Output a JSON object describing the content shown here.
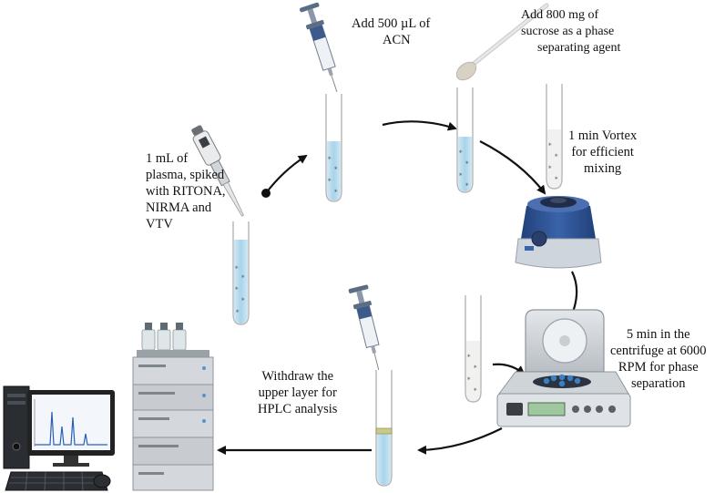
{
  "steps": {
    "plasma": {
      "lines": [
        "1 mL of",
        "plasma, spiked",
        "with RITONA,",
        "NIRMA and",
        "VTV"
      ]
    },
    "acn": {
      "lines": [
        "Add 500 µL of",
        "ACN"
      ]
    },
    "sucrose": {
      "lines": [
        "Add 800 mg of",
        "sucrose  as a phase",
        "separating agent"
      ]
    },
    "vortex": {
      "lines": [
        "1 min Vortex",
        "for efficient",
        "mixing"
      ]
    },
    "centrifuge": {
      "lines": [
        "5 min in the",
        "centrifuge at 6000",
        "RPM for phase",
        "separation"
      ]
    },
    "withdraw": {
      "lines": [
        "Withdraw the",
        "upper layer for",
        "HPLC analysis"
      ]
    }
  },
  "colors": {
    "liquid": "#b9dcef",
    "tube_outline": "#b5b5b5",
    "arrow": "#111111",
    "vortex_body": "#2f4f86",
    "centrifuge_body": "#d9dde2",
    "hplc_body": "#cfd3d7",
    "monitor": "#222222"
  },
  "icons": [
    "pipette-icon",
    "syringe-icon",
    "spoon-icon",
    "vortex-mixer-icon",
    "centrifuge-icon",
    "hplc-instrument-icon",
    "computer-icon"
  ]
}
